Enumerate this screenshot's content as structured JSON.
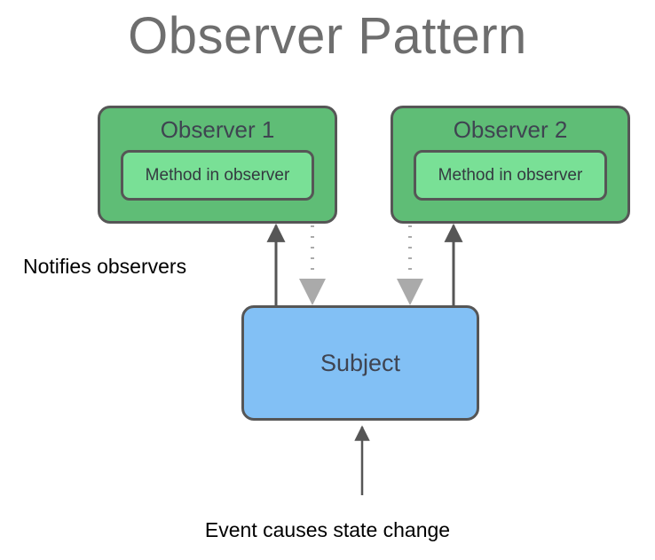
{
  "diagram": {
    "title": "Observer Pattern",
    "type": "uml-pattern-diagram",
    "background_color": "#ffffff",
    "title_color": "#6e6e6e",
    "nodes": [
      {
        "id": "observer1",
        "label": "Observer 1",
        "inner_label": "Method in observer",
        "fill": "#5fbd76",
        "inner_fill": "#79e096",
        "stroke": "#565656"
      },
      {
        "id": "observer2",
        "label": "Observer 2",
        "inner_label": "Method in observer",
        "fill": "#5fbd76",
        "inner_fill": "#79e096",
        "stroke": "#565656"
      },
      {
        "id": "subject",
        "label": "Subject",
        "fill": "#82c0f5",
        "stroke": "#565656"
      }
    ],
    "edges": [
      {
        "id": "notify-observer1",
        "from": "subject",
        "to": "observer1",
        "style": "solid",
        "direction": "up",
        "color": "#565656"
      },
      {
        "id": "notify-observer2",
        "from": "subject",
        "to": "observer2",
        "style": "solid",
        "direction": "up",
        "color": "#565656"
      },
      {
        "id": "callback-observer1",
        "from": "observer1",
        "to": "subject",
        "style": "dotted",
        "direction": "down",
        "color": "#aaaaaa"
      },
      {
        "id": "callback-observer2",
        "from": "observer2",
        "to": "subject",
        "style": "dotted",
        "direction": "down",
        "color": "#aaaaaa"
      },
      {
        "id": "event-to-subject",
        "from": "event",
        "to": "subject",
        "style": "solid",
        "direction": "up",
        "color": "#565656"
      }
    ],
    "labels": {
      "notifies": "Notifies observers",
      "event": "Event causes state change"
    }
  }
}
